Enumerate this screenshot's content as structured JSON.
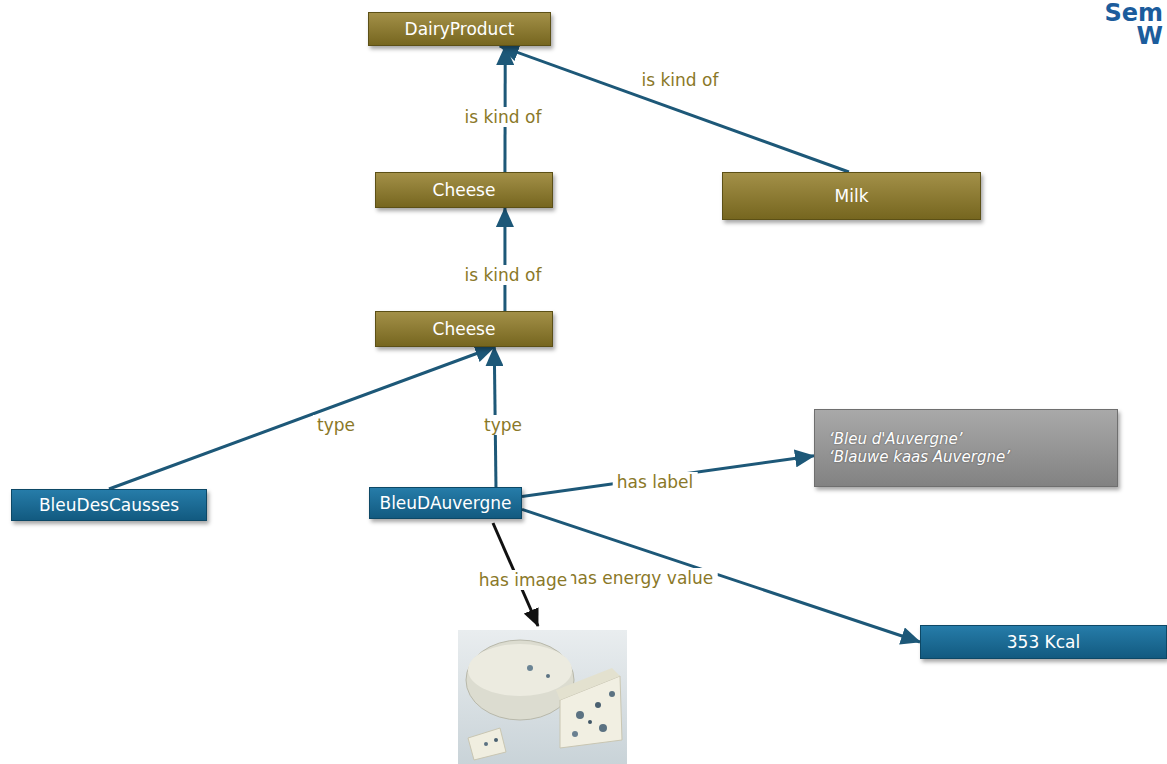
{
  "diagram": {
    "nodes": [
      {
        "text": [
          "DairyProduct"
        ]
      },
      {
        "text": [
          "Cheese"
        ]
      },
      {
        "text": [
          "Milk"
        ]
      },
      {
        "text": [
          "Cheese"
        ]
      },
      {
        "text": [
          "BleuDesCausses"
        ]
      },
      {
        "text": [
          "BleuDAuvergne"
        ]
      },
      {
        "text": [
          "‘Bleu d'Auvergne’",
          "‘Blauwe kaas Auvergne’"
        ]
      },
      {
        "text": [
          "353 Kcal"
        ]
      }
    ],
    "edges": [
      {
        "from": 1,
        "to": 0,
        "arrow": "to",
        "label": "is kind of"
      },
      {
        "from": 2,
        "to": 0,
        "arrow": "to",
        "label": "is kind of"
      },
      {
        "from": 3,
        "to": 1,
        "arrow": "to",
        "label": "is kind of"
      },
      {
        "from": 4,
        "to": 3,
        "arrow": "to",
        "label": "type"
      },
      {
        "from": 5,
        "to": 3,
        "arrow": "to",
        "label": "type"
      },
      {
        "from": 5,
        "to": 6,
        "arrow": "to",
        "label": "has label"
      },
      {
        "from": 5,
        "to": 7,
        "arrow": "to",
        "label": "has energy value"
      }
    ],
    "labels": [
      "has image",
      "Sem",
      "W"
    ]
  }
}
